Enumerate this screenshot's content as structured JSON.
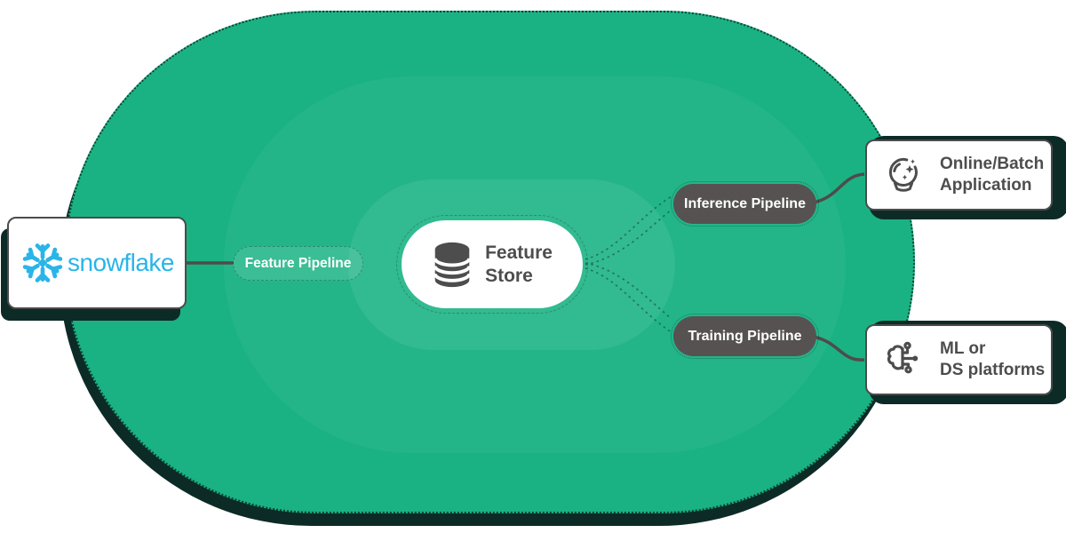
{
  "diagram": {
    "source": {
      "label": "snowflake",
      "icon": "snowflake-logo-icon"
    },
    "feature_pipeline": {
      "label": "Feature Pipeline"
    },
    "feature_store": {
      "icon": "database-icon",
      "lines": [
        "Feature",
        "Store"
      ]
    },
    "inference_pipeline": {
      "label": "Inference Pipeline"
    },
    "training_pipeline": {
      "label": "Training Pipeline"
    },
    "online_batch_application": {
      "icon": "crystal-ball-icon",
      "lines": [
        "Online/Batch",
        "Application"
      ]
    },
    "ml_ds_platforms": {
      "icon": "brain-circuit-icon",
      "lines": [
        "ML or",
        "DS platforms"
      ]
    },
    "colors": {
      "canvas_green": "#1ab283",
      "shadow_teal": "#0d2b26",
      "dark_pill_gray": "#575252",
      "text_dark_gray": "#4d4d4d",
      "snowflake_blue": "#29b5e8",
      "node_white": "#ffffff",
      "page_background": "#ffffff"
    }
  }
}
